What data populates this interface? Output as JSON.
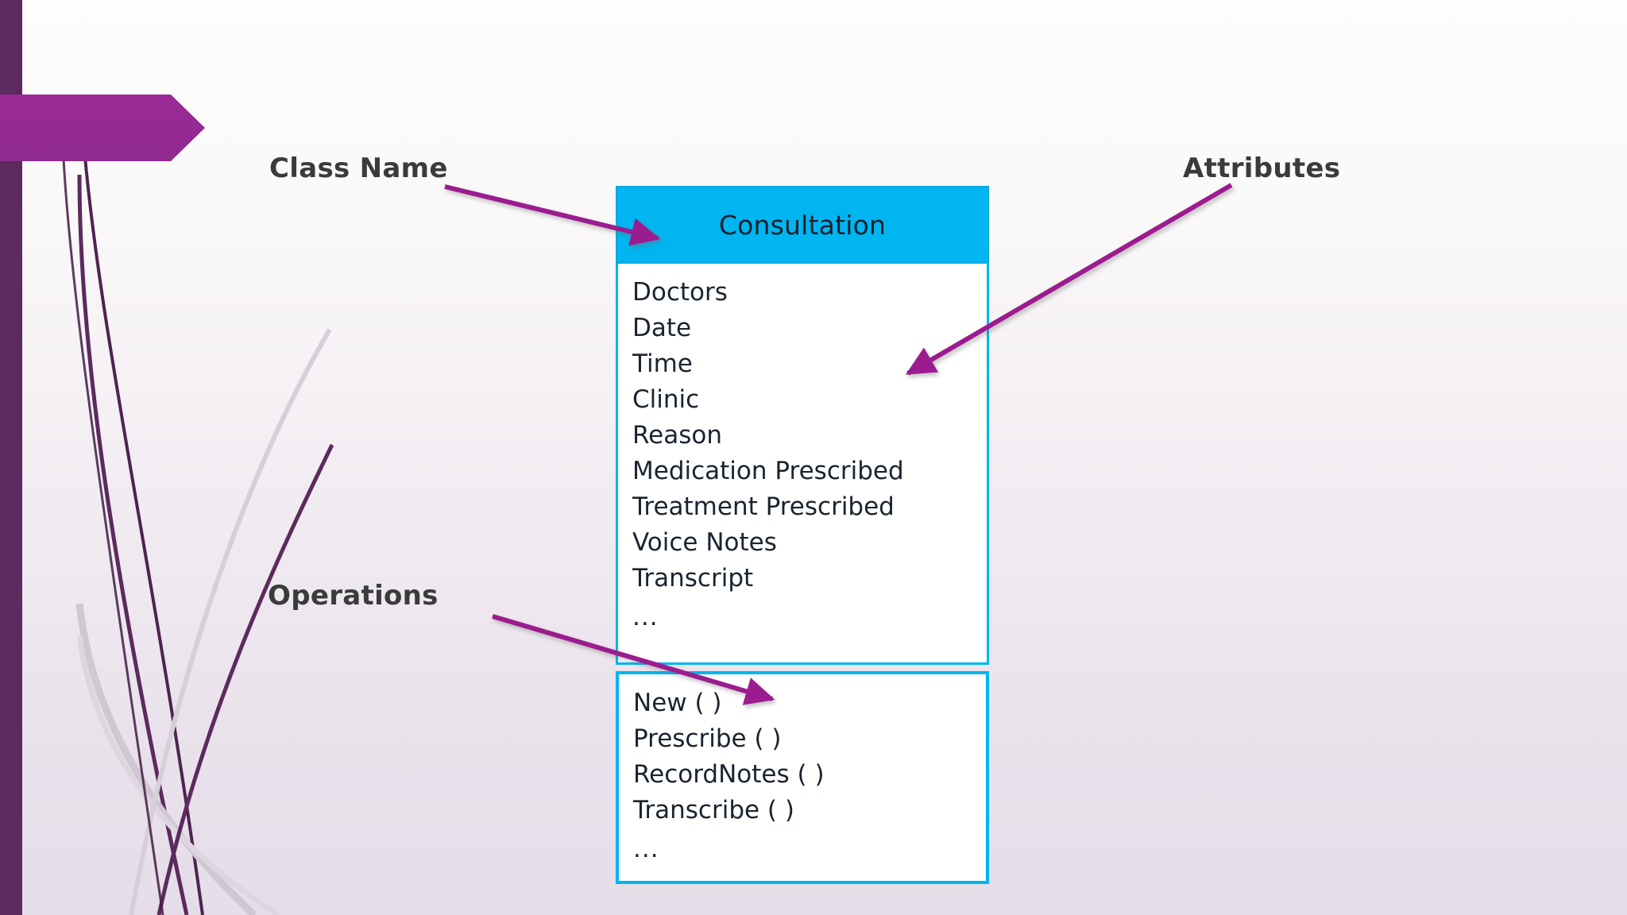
{
  "slide": {
    "background_top_color": "#FDFDFB",
    "background_bottom_color": "#E5DDE8",
    "accent_band_color": "#5C2A5E",
    "banner_color": "#9C2A96",
    "arrow_color": "#9B1F8F",
    "class_header_color": "#00B5F0",
    "label_text_color": "#3B3B3B"
  },
  "callouts": {
    "class_name": "Class Name",
    "attributes": "Attributes",
    "operations": "Operations"
  },
  "uml_class": {
    "name": "Consultation",
    "attributes": [
      "Doctors",
      "Date",
      "Time",
      "Clinic",
      "Reason",
      "Medication Prescribed",
      "Treatment Prescribed",
      "Voice Notes",
      "Transcript",
      "..."
    ],
    "operations": [
      "New ( )",
      "Prescribe ( )",
      "RecordNotes ( )",
      "Transcribe ( )",
      "..."
    ]
  }
}
